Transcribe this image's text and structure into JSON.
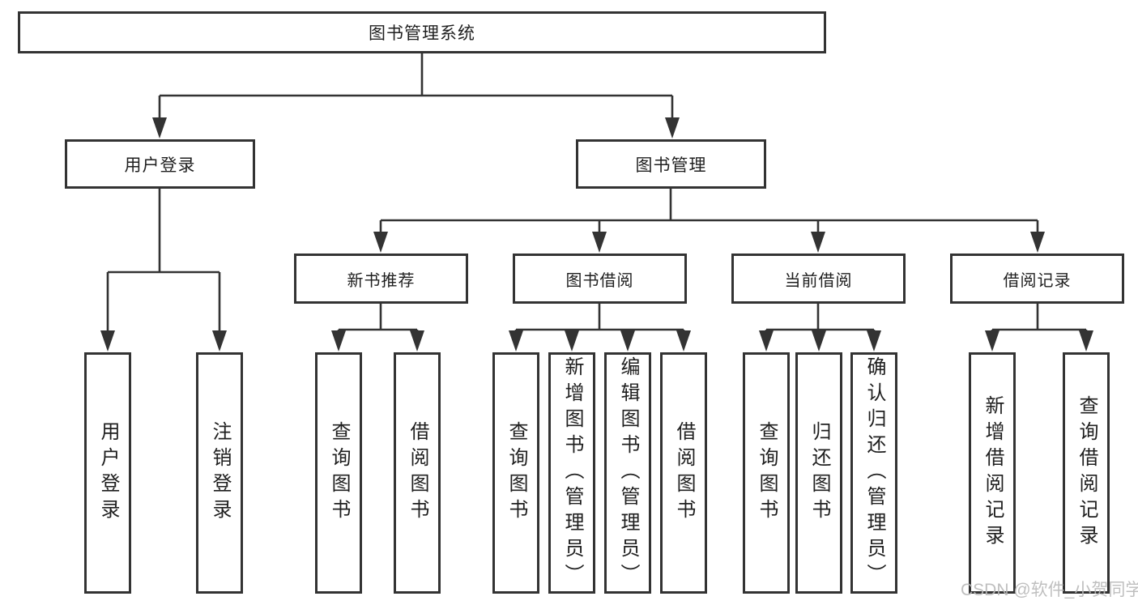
{
  "nodes": {
    "root": "图书管理系统",
    "level2": [
      "用户登录",
      "图书管理"
    ],
    "level3": [
      "新书推荐",
      "图书借阅",
      "当前借阅",
      "借阅记录"
    ],
    "leaves": {
      "user_login": [
        "用户登录",
        "注销登录"
      ],
      "new_book": [
        "查询图书",
        "借阅图书"
      ],
      "book_borrow": [
        "查询图书",
        "新增图书（管理员）",
        "编辑图书（管理员）",
        "借阅图书"
      ],
      "current_borrow": [
        "查询图书",
        "归还图书",
        "确认归还（管理员）"
      ],
      "borrow_records": [
        "新增借阅记录",
        "查询借阅记录"
      ]
    }
  },
  "watermark": {
    "text": "CSDN @软件_小贺同学"
  },
  "colors": {
    "line": "#333333",
    "box_border": "#333333",
    "text": "#1f1f1f",
    "background": "#ffffff",
    "watermark": "#b9b9b9"
  }
}
